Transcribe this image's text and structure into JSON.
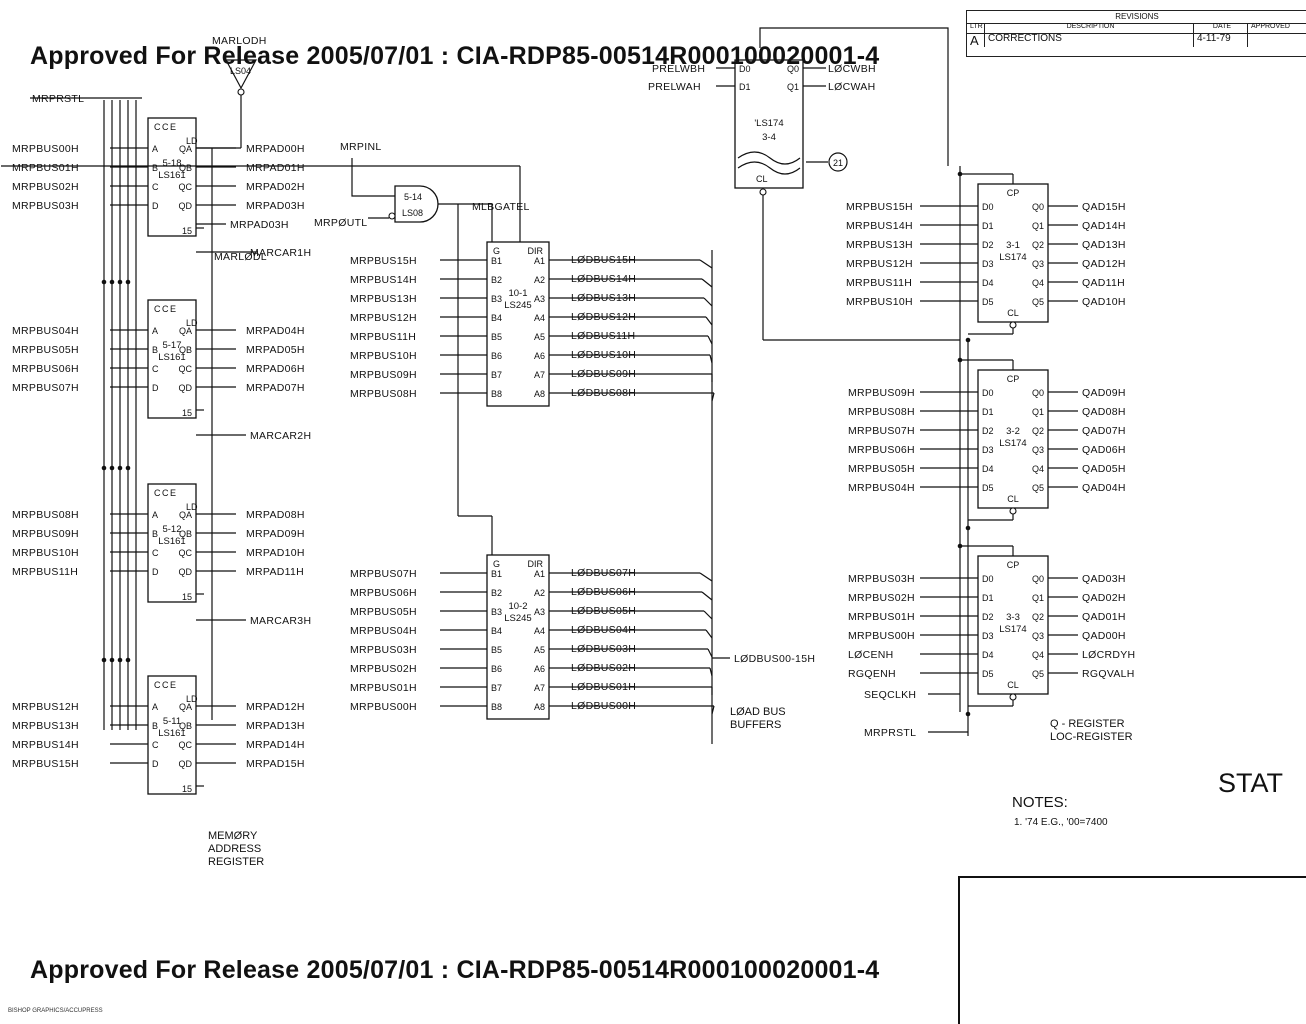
{
  "banner": {
    "top": "Approved For Release 2005/07/01 : CIA-RDP85-00514R000100020001-4",
    "bottom": "Approved For Release 2005/07/01 : CIA-RDP85-00514R000100020001-4"
  },
  "revisions": {
    "title": "REVISIONS",
    "col_ltr": "LTR",
    "col_description": "DESCRIPTION",
    "col_date": "DATE",
    "col_approved": "APPROVED",
    "row_ltr": "A",
    "row_description": "CORRECTIONS",
    "row_date": "4-11-79"
  },
  "stat_mark": "STAT",
  "notes": {
    "title": "NOTES:",
    "note1": "1. '74 E.G., '00=7400"
  },
  "captions": {
    "memory_address_register": "MEMØRY\nADDRESS\nREGISTER",
    "load_bus_buffers": "LØAD BUS\nBUFFERS",
    "q_register": "Q - REGISTER\nLOC-REGISTER"
  },
  "control_signals": {
    "marlodh": "MARLODH",
    "mrprstl": "MRPRSTL",
    "mrpinl": "MRPINL",
    "mrpoutl": "MRPØUTL",
    "mlbgatel": "MLBGATEL",
    "marcar1h": "MARCAR1H",
    "marlodl": "MARLØDL",
    "marcar2h": "MARCAR2H",
    "marcar3h": "MARCAR3H",
    "prelwbh": "PRELWBH",
    "prelwah": "PRELWAH",
    "locwbh": "LØCWBH",
    "locwah": "LØCWAH",
    "lodbus_bundle": "LØDBUS00-15H",
    "mrprstl_q": "MRPRSTL"
  },
  "chips": {
    "c518": {
      "ref": "5-18",
      "type": "LS161"
    },
    "c517": {
      "ref": "5-17",
      "type": "LS161"
    },
    "c512": {
      "ref": "5-12",
      "type": "LS161"
    },
    "c511": {
      "ref": "5-11",
      "type": "LS161"
    },
    "g514": {
      "ref": "5-14",
      "type": "LS08"
    },
    "g513": {
      "ref": "5-13",
      "type": "LS04"
    },
    "c101": {
      "ref": "10-1",
      "type": "LS245"
    },
    "c102": {
      "ref": "10-2",
      "type": "LS245"
    },
    "c34": {
      "ref": "3-4",
      "type": "'LS174"
    },
    "c31": {
      "ref": "3-1",
      "type": "LS174"
    },
    "c32": {
      "ref": "3-2",
      "type": "LS174"
    },
    "c33": {
      "ref": "3-3",
      "type": "LS174"
    }
  },
  "mar": [
    {
      "inputs": [
        "MRPBUS00H",
        "MRPBUS01H",
        "MRPBUS02H",
        "MRPBUS03H"
      ],
      "outputs": [
        "MRPAD00H",
        "MRPAD01H",
        "MRPAD02H",
        "MRPAD03H"
      ]
    },
    {
      "inputs": [
        "MRPBUS04H",
        "MRPBUS05H",
        "MRPBUS06H",
        "MRPBUS07H"
      ],
      "outputs": [
        "MRPAD04H",
        "MRPAD05H",
        "MRPAD06H",
        "MRPAD07H"
      ]
    },
    {
      "inputs": [
        "MRPBUS08H",
        "MRPBUS09H",
        "MRPBUS10H",
        "MRPBUS11H"
      ],
      "outputs": [
        "MRPAD08H",
        "MRPAD09H",
        "MRPAD10H",
        "MRPAD11H"
      ]
    },
    {
      "inputs": [
        "MRPBUS12H",
        "MRPBUS13H",
        "MRPBUS14H",
        "MRPBUS15H"
      ],
      "outputs": [
        "MRPAD12H",
        "MRPAD13H",
        "MRPAD14H",
        "MRPAD15H"
      ]
    }
  ],
  "buffers": [
    {
      "inputs": [
        "MRPBUS15H",
        "MRPBUS14H",
        "MRPBUS13H",
        "MRPBUS12H",
        "MRPBUS11H",
        "MRPBUS10H",
        "MRPBUS09H",
        "MRPBUS08H"
      ],
      "outputs": [
        "LØDBUS15H",
        "LØDBUS14H",
        "LØDBUS13H",
        "LØDBUS12H",
        "LØDBUS11H",
        "LØDBUS10H",
        "LØDBUS09H",
        "LØDBUS08H"
      ]
    },
    {
      "inputs": [
        "MRPBUS07H",
        "MRPBUS06H",
        "MRPBUS05H",
        "MRPBUS04H",
        "MRPBUS03H",
        "MRPBUS02H",
        "MRPBUS01H",
        "MRPBUS00H"
      ],
      "outputs": [
        "LØDBUS07H",
        "LØDBUS06H",
        "LØDBUS05H",
        "LØDBUS04H",
        "LØDBUS03H",
        "LØDBUS02H",
        "LØDBUS01H",
        "LØDBUS00H"
      ]
    }
  ],
  "qreg": [
    {
      "inputs": [
        "MRPBUS15H",
        "MRPBUS14H",
        "MRPBUS13H",
        "MRPBUS12H",
        "MRPBUS11H",
        "MRPBUS10H"
      ],
      "outputs": [
        "QAD15H",
        "QAD14H",
        "QAD13H",
        "QAD12H",
        "QAD11H",
        "QAD10H"
      ]
    },
    {
      "inputs": [
        "MRPBUS09H",
        "MRPBUS08H",
        "MRPBUS07H",
        "MRPBUS06H",
        "MRPBUS05H",
        "MRPBUS04H"
      ],
      "outputs": [
        "QAD09H",
        "QAD08H",
        "QAD07H",
        "QAD06H",
        "QAD05H",
        "QAD04H"
      ]
    },
    {
      "inputs": [
        "MRPBUS03H",
        "MRPBUS02H",
        "MRPBUS01H",
        "MRPBUS00H",
        "LØCENH",
        "RGQENH"
      ],
      "outputs": [
        "QAD03H",
        "QAD02H",
        "QAD01H",
        "QAD00H",
        "LØCRDYH",
        "RGQVALH"
      ]
    }
  ],
  "seqclk": "SEQCLKH",
  "stamp": "BISHOP GRAPHICS/ACCUPRESS"
}
